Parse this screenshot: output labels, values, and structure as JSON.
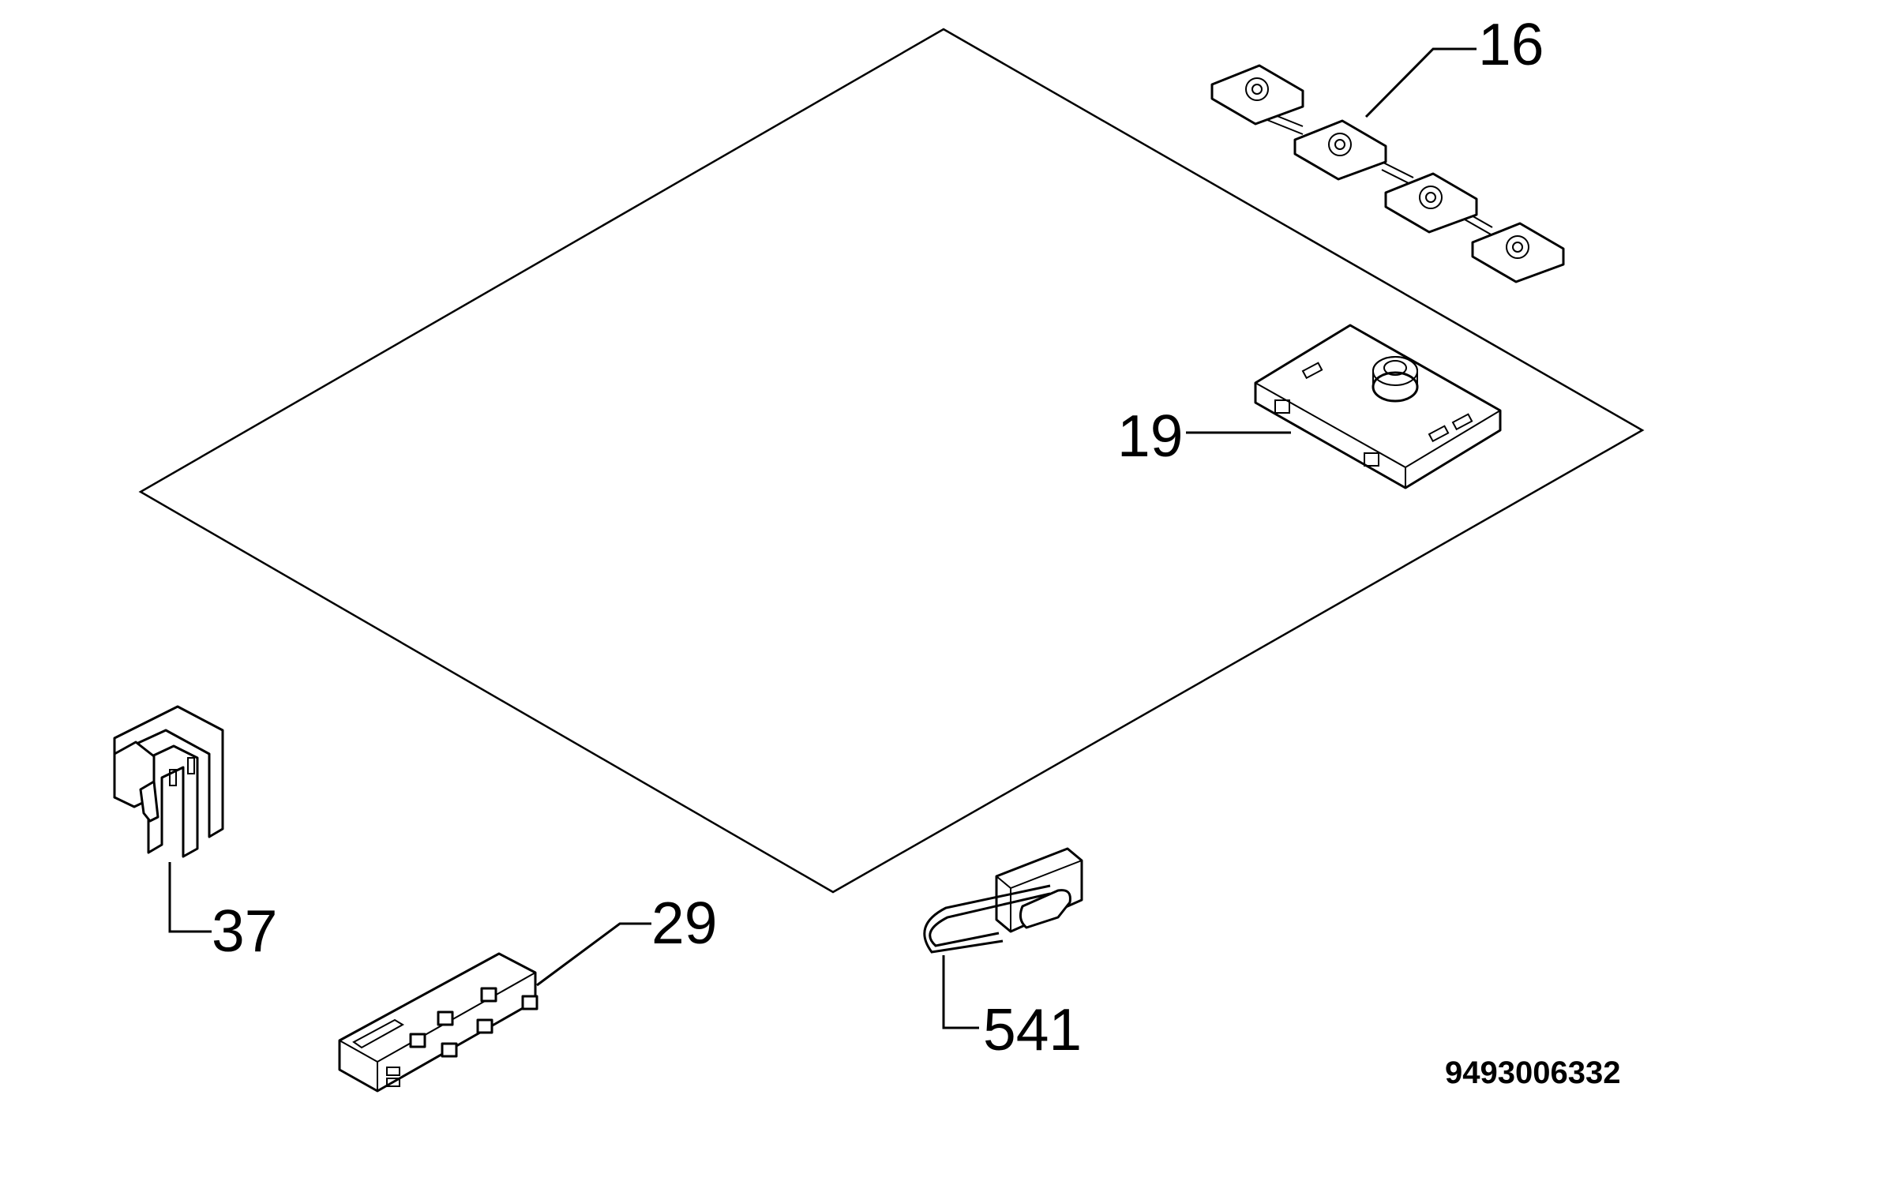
{
  "diagram": {
    "callouts": {
      "p16": "16",
      "p19": "19",
      "p37": "37",
      "p29": "29",
      "p541": "541"
    },
    "document_number": "9493006332"
  }
}
